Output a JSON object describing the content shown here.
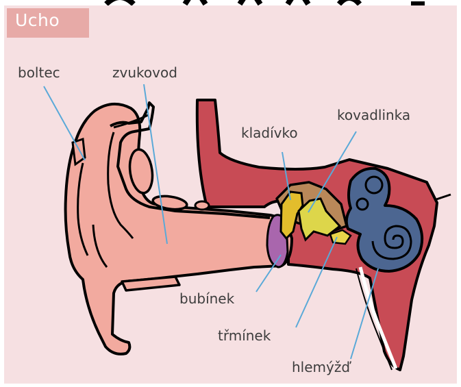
{
  "title": "Ucho",
  "labels": {
    "boltec": "boltec",
    "zvukovod": "zvukovod",
    "kladivko": "kladívko",
    "kovadlinka": "kovadlinka",
    "bubinek": "bubínek",
    "trminek": "třmínek",
    "hlemyzd": "hlemýžď"
  },
  "colors": {
    "background": "#f6e0e2",
    "title_box": "#e7aaa7",
    "outer_ear": "#f2aa9f",
    "middle_wall": "#c84b55",
    "cochlea": "#4c6691",
    "eardrum": "#a966ad",
    "hammer": "#e3bd2c",
    "anvil": "#ddd64a",
    "bone": "#b98859",
    "pointer_line": "#5aa9d8",
    "label_text": "#3d3d3d"
  }
}
